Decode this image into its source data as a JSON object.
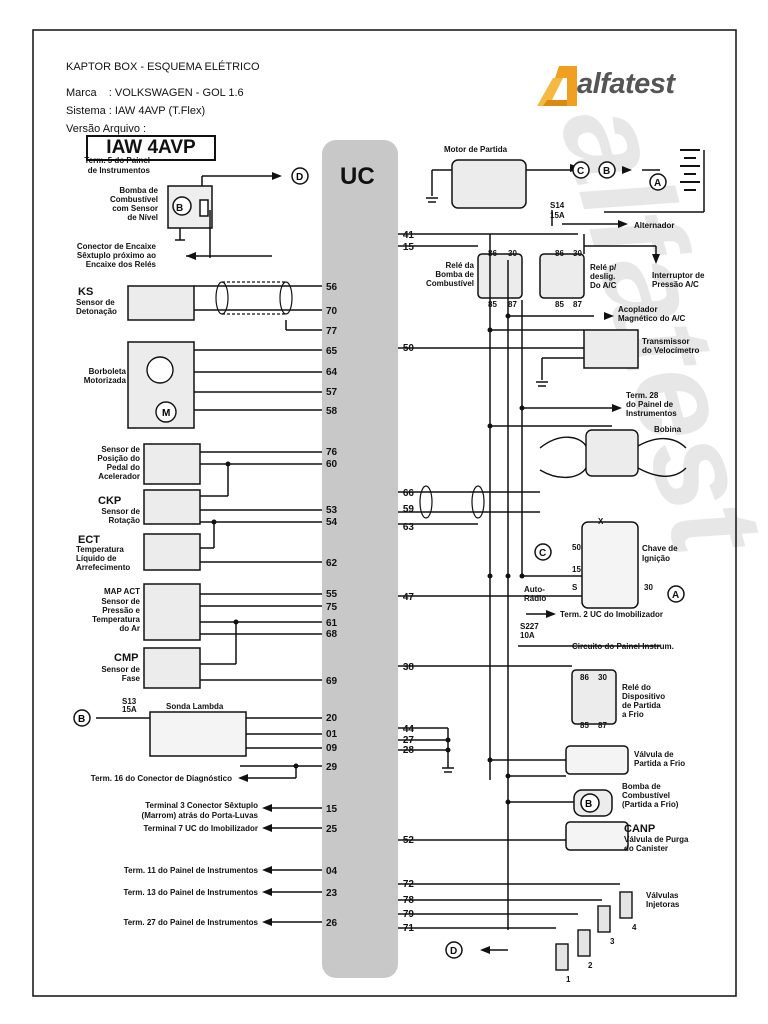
{
  "header": {
    "title": "KAPTOR BOX - ESQUEMA ELÉTRICO",
    "marca": "Marca    : VOLKSWAGEN - GOL 1.6",
    "sistema": "Sistema : IAW 4AVP (T.Flex)",
    "versao": "Versão Arquivo :"
  },
  "brand": {
    "name": "alfatest",
    "color": "#f0a020"
  },
  "model_box": "IAW 4AVP",
  "uc_label": "UC",
  "watermark": "alfatest",
  "left": {
    "term5": [
      "Term. 5 do Painel",
      "de Instrumentos"
    ],
    "bomba": [
      "Bomba de",
      "Combustível",
      "com Sensor",
      "de Nível"
    ],
    "conector": [
      "Conector de Encaixe",
      "Sêxtuplo próximo ao",
      "Encaixe dos Relés"
    ],
    "ks_title": "KS",
    "ks": [
      "Sensor de",
      "Detonação"
    ],
    "borboleta": [
      "Borboleta",
      "Motorizada"
    ],
    "pedal": [
      "Sensor de",
      "Posição do",
      "Pedal do",
      "Acelerador"
    ],
    "ckp_title": "CKP",
    "ckp": [
      "Sensor de",
      "Rotação"
    ],
    "ect_title": "ECT",
    "ect": [
      "Temperatura",
      "Líquido de",
      "Arrefecimento"
    ],
    "map": [
      "MAP  ACT",
      "Sensor de",
      "Pressão e",
      "Temperatura",
      "do Ar"
    ],
    "cmp_title": "CMP",
    "cmp": [
      "Sensor de",
      "Fase"
    ],
    "s13": [
      "S13",
      "15A"
    ],
    "sonda": "Sonda Lambda",
    "term16": "Term. 16 do Conector de Diagnóstico",
    "terminal3": [
      "Terminal 3 Conector Sêxtuplo",
      "(Marrom) atrás do Porta-Luvas"
    ],
    "terminal7": "Terminal 7 UC do Imobilizador",
    "term11": "Term. 11 do Painel de Instrumentos",
    "term13": "Term. 13 do Painel de Instrumentos",
    "term27": "Term. 27 do Painel de Instrumentos"
  },
  "left_pins": [
    "56",
    "70",
    "77",
    "65",
    "64",
    "57",
    "58",
    "76",
    "60",
    "53",
    "54",
    "62",
    "55",
    "75",
    "61",
    "68",
    "69",
    "20",
    "01",
    "09",
    "29",
    "15",
    "25",
    "04",
    "23",
    "26"
  ],
  "right_pins": [
    "41",
    "15",
    "50",
    "66",
    "59",
    "63",
    "47",
    "38",
    "44",
    "27",
    "28",
    "52",
    "72",
    "78",
    "79",
    "71"
  ],
  "right": {
    "motor": "Motor de Partida",
    "s14": [
      "S14",
      "15A"
    ],
    "alternador": "Alternador",
    "rele_bomba": [
      "Relé da",
      "Bomba de",
      "Combustível"
    ],
    "rele_ac": [
      "Relé p/",
      "deslig.",
      "Do A/C"
    ],
    "interruptor": [
      "Interruptor de",
      "Pressão A/C"
    ],
    "acoplador": [
      "Acoplador",
      "Magnético do A/C"
    ],
    "transmissor": [
      "Transmissor",
      "do Velocímetro"
    ],
    "term28": [
      "Term. 28",
      "do Painel de",
      "Instrumentos"
    ],
    "bobina": "Bobina",
    "chave": [
      "Chave de",
      "Ignição"
    ],
    "auto_radio": [
      "Auto-",
      "Rádio"
    ],
    "term2": "Term. 2 UC do Imobilizador",
    "s227": [
      "S227",
      "10A"
    ],
    "circuito": "Circuito do Painel Instrum.",
    "rele_partida": [
      "Relé do",
      "Dispositivo",
      "de Partida",
      "a Frio"
    ],
    "valvula_partida": [
      "Válvula de",
      "Partida a Frio"
    ],
    "bomba_partida": [
      "Bomba de",
      "Combustível",
      "(Partida a Frio)"
    ],
    "canp_title": "CANP",
    "canp": [
      "Válvula de Purga",
      "do Canister"
    ],
    "valvulas": [
      "Válvulas",
      "Injetoras"
    ]
  },
  "circles": {
    "A": "A",
    "B": "B",
    "C": "C",
    "D": "D"
  },
  "chave_pins": [
    "X",
    "50",
    "15",
    "S",
    "30"
  ],
  "relay_pins": [
    "86",
    "30",
    "85",
    "87"
  ],
  "injector_nums": [
    "1",
    "2",
    "3",
    "4"
  ]
}
